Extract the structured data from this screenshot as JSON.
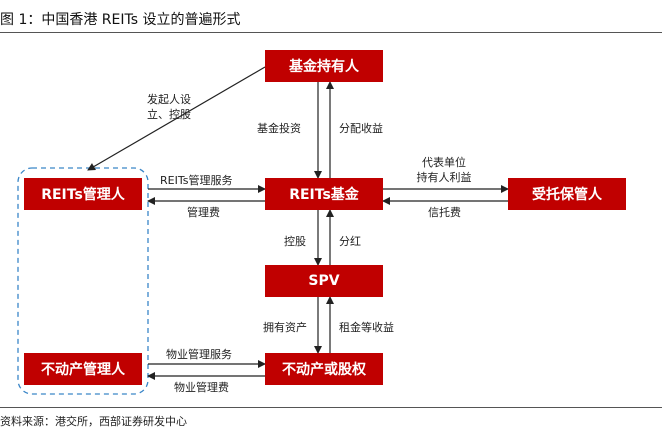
{
  "title": "图 1：中国香港 REITs 设立的普遍形式",
  "source": "资料来源：港交所，西部证券研发中心",
  "nodes": {
    "fund_holders": "基金持有人",
    "reit_fund": "REITs基金",
    "manager": "REITs管理人",
    "trustee": "受托保管人",
    "spv": "SPV",
    "property_manager": "不动产管理人",
    "real_estate": "不动产或股权"
  },
  "edges": {
    "sponsor_line1": "发起人设",
    "sponsor_line2": "立、控股",
    "fund_invest": "基金投资",
    "distribute": "分配收益",
    "reit_mgmt_service": "REITs管理服务",
    "mgmt_fee": "管理费",
    "trustee_line1": "代表单位",
    "trustee_line2": "持有人利益",
    "trustee_fee": "信托费",
    "control": "控股",
    "dividend": "分红",
    "own_assets": "拥有资产",
    "rent_income": "租金等收益",
    "property_service": "物业管理服务",
    "property_fee": "物业管理费"
  },
  "colors": {
    "box": "#c00000",
    "dashed_group": "#3a86c8",
    "arrow": "#222222"
  }
}
